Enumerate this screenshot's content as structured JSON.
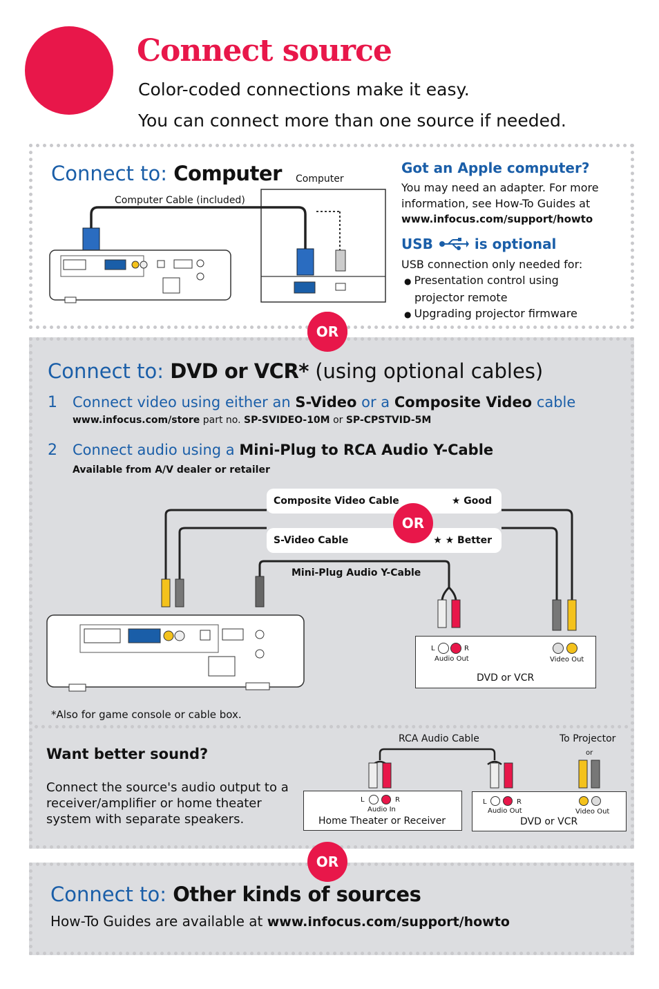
{
  "header": {
    "title": "Connect source",
    "line1": "Color-coded connections make it easy.",
    "line2": "You can connect more than one source if needed."
  },
  "computer_section": {
    "connect_to": "Connect to:",
    "target": "Computer",
    "computer_label": "Computer",
    "cable_label": "Computer Cable (included)",
    "apple_heading": "Got an Apple computer?",
    "apple_text1": "You may need an adapter. For more",
    "apple_text2": "information, see How-To Guides at",
    "apple_url": "www.infocus.com/support/howto",
    "usb_heading_a": "USB",
    "usb_heading_b": "is optional",
    "usb_intro": "USB connection only needed for:",
    "usb_items": [
      "Presentation control using",
      "projector remote",
      "Upgrading projector firmware"
    ]
  },
  "or_label": "OR",
  "dvd_section": {
    "connect_to": "Connect to:",
    "target": "DVD or VCR*",
    "suffix": "(using optional cables)",
    "step1_num": "1",
    "step1_a": "Connect video using either an",
    "step1_b": "S-Video",
    "step1_c": "or a",
    "step1_d": "Composite Video",
    "step1_e": "cable",
    "step1_url": "www.infocus.com/store",
    "step1_part": "part no.",
    "step1_p1": "SP-SVIDEO-10M",
    "step1_or": "or",
    "step1_p2": "SP-CPSTVID-5M",
    "step2_num": "2",
    "step2_a": "Connect audio using a",
    "step2_b": "Mini-Plug to RCA Audio Y-Cable",
    "step2_note": "Available from A/V dealer or retailer",
    "composite_label": "Composite Video Cable",
    "composite_rating": "★   Good",
    "svideo_label": "S-Video Cable",
    "svideo_rating": "★ ★   Better",
    "miniplug_label": "Mini-Plug Audio Y-Cable",
    "dvd_L": "L",
    "dvd_R": "R",
    "dvd_audio_out": "Audio Out",
    "dvd_video_out": "Video Out",
    "dvd_name": "DVD or VCR",
    "footnote": "*Also for game console or cable box.",
    "sound_heading": "Want better sound?",
    "sound_text1": "Connect the source's audio output to a",
    "sound_text2": "receiver/amplifier or home theater",
    "sound_text3": "system with separate speakers.",
    "rca_label": "RCA Audio Cable",
    "to_projector": "To Projector",
    "or_small": "or",
    "ht_L": "L",
    "ht_R": "R",
    "ht_audio_in": "Audio In",
    "ht_name": "Home Theater or Receiver",
    "dvd2_L": "L",
    "dvd2_R": "R",
    "dvd2_audio_out": "Audio Out",
    "dvd2_video_out": "Video Out",
    "dvd2_name": "DVD or VCR"
  },
  "other_section": {
    "connect_to": "Connect to:",
    "target": "Other kinds of sources",
    "text": "How-To Guides are available at",
    "url": "www.infocus.com/support/howto"
  },
  "colors": {
    "brand_red": "#e8174a",
    "link_blue": "#1a5ea8",
    "panel_gray": "#dcdde0"
  }
}
